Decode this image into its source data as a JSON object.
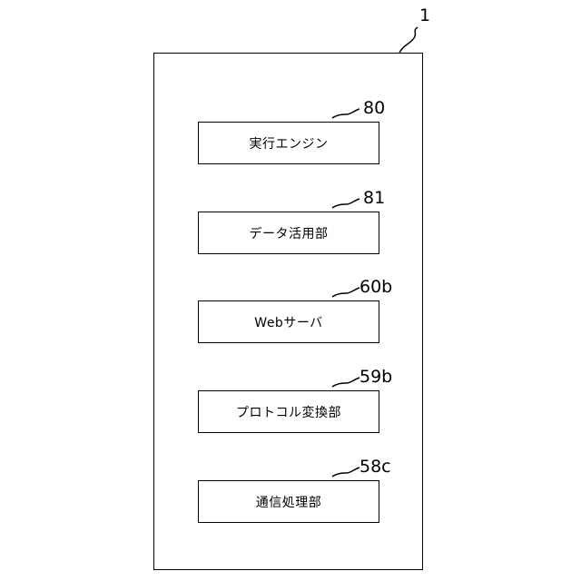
{
  "device": {
    "ref": "1"
  },
  "components": [
    {
      "label": "実行エンジン",
      "ref": "80"
    },
    {
      "label": "データ活用部",
      "ref": "81"
    },
    {
      "label": "Webサーバ",
      "ref": "60b"
    },
    {
      "label": "プロトコル変換部",
      "ref": "59b"
    },
    {
      "label": "通信処理部",
      "ref": "58c"
    }
  ]
}
